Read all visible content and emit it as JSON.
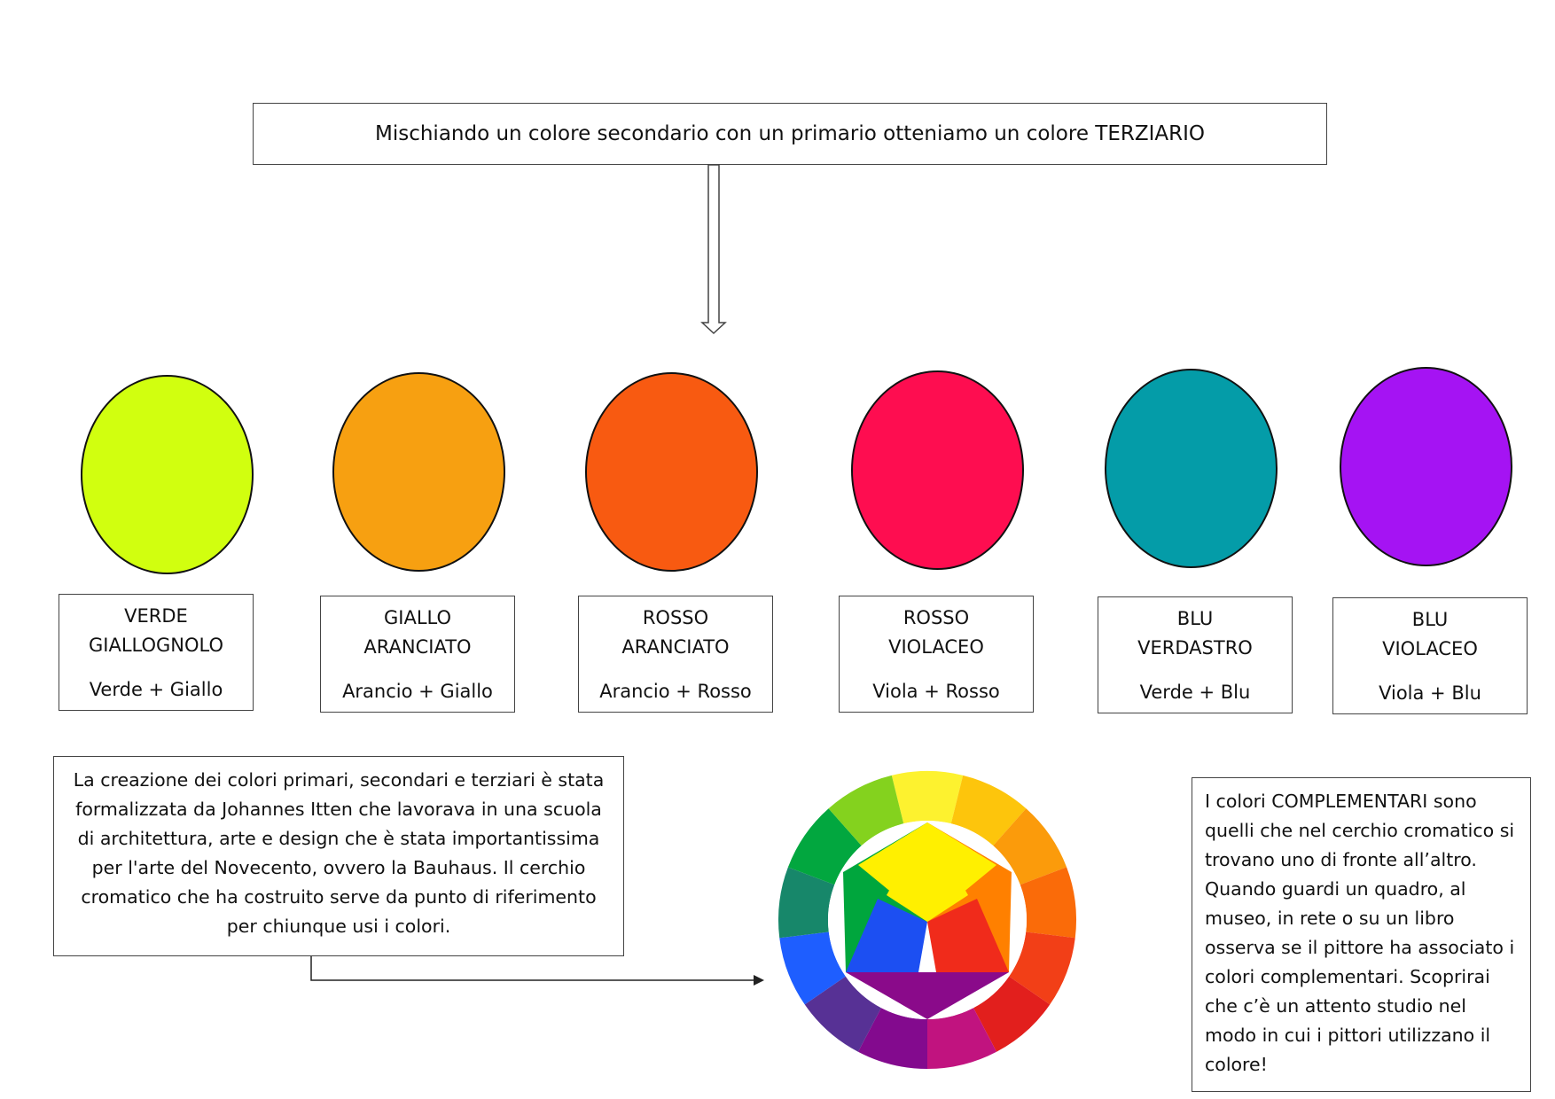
{
  "title": "Mischiando un colore secondario con un primario otteniamo un colore TERZIARIO",
  "tertiary_colors": [
    {
      "name_line1": "VERDE",
      "name_line2": "GIALLOGNOLO",
      "combo": "Verde + Giallo",
      "color": "#d1ff0f"
    },
    {
      "name_line1": "GIALLO",
      "name_line2": "ARANCIATO",
      "combo": "Arancio + Giallo",
      "color": "#f7a011"
    },
    {
      "name_line1": "ROSSO",
      "name_line2": "ARANCIATO",
      "combo": "Arancio + Rosso",
      "color": "#f85a11"
    },
    {
      "name_line1": "ROSSO",
      "name_line2": "VIOLACEO",
      "combo": "Viola + Rosso",
      "color": "#fe0d50"
    },
    {
      "name_line1": "BLU",
      "name_line2": "VERDASTRO",
      "combo": "Verde + Blu",
      "color": "#049ca8"
    },
    {
      "name_line1": "BLU",
      "name_line2": "VIOLACEO",
      "combo": "Viola + Blu",
      "color": "#a513f3"
    }
  ],
  "itten_text": "La creazione dei colori primari, secondari e terziari è stata formalizzata da Johannes Itten che lavorava in una scuola di architettura, arte e design che è stata importantissima per l'arte del Novecento, ovvero la Bauhaus. Il cerchio cromatico che ha costruito  serve da punto di riferimento per chiunque usi i colori.",
  "complementary_text": "I colori COMPLEMENTARI sono quelli che nel cerchio cromatico si trovano uno di fronte all’altro. Quando guardi un quadro, al museo, in rete o su un libro osserva se il pittore ha associato i colori complementari. Scoprirai che c’è un attento studio nel modo in cui i pittori utilizzano il colore!",
  "color_wheel": {
    "ring_colors": [
      "#fdf22f",
      "#fdc50c",
      "#fb9b0b",
      "#fa6b09",
      "#f23f17",
      "#e21f1d",
      "#c1137f",
      "#830a8e",
      "#573195",
      "#1e5eff",
      "#17876a",
      "#02a73f",
      "#84d21e"
    ],
    "inner_colors": {
      "yellow": "#fff000",
      "orange": "#ff8000",
      "red": "#f02b1b",
      "violet": "#8a0a8a",
      "blue": "#1c4ff2",
      "green": "#00a63d"
    }
  }
}
